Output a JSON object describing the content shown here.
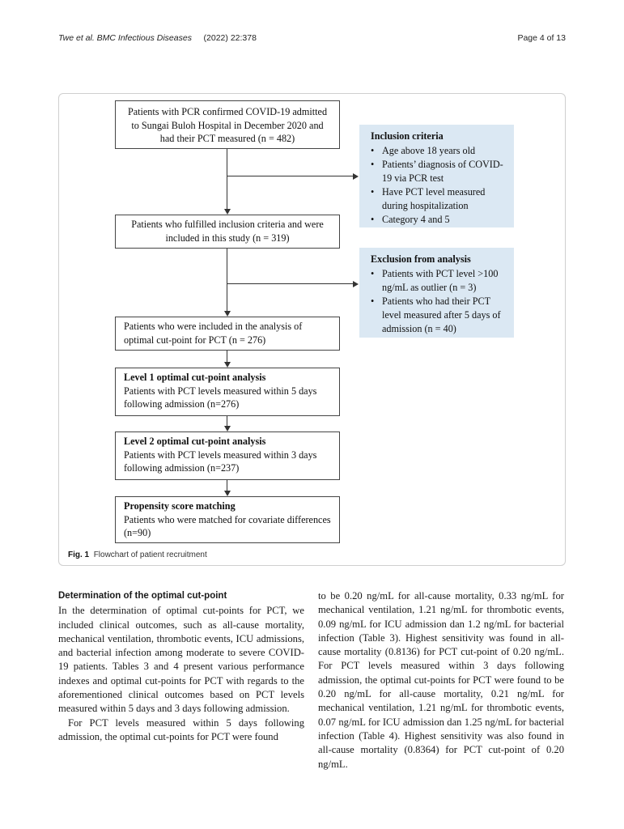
{
  "header": {
    "authors": "Twe et al. BMC Infectious Diseases",
    "year_vol": "(2022) 22:378",
    "page": "Page 4 of 13"
  },
  "flowchart": {
    "box1": "Patients with PCR confirmed COVID-19 admitted to Sungai Buloh Hospital in December 2020 and had their PCT measured (n = 482)",
    "box2": "Patients who fulfilled inclusion criteria and were included in this study (n = 319)",
    "box3": "Patients who were included in the analysis of optimal cut-point for PCT (n = 276)",
    "box4_title": "Level 1 optimal cut-point analysis",
    "box4_text": "Patients with PCT levels measured within 5 days following admission (n=276)",
    "box5_title": "Level 2 optimal cut-point analysis",
    "box5_text": "Patients with PCT levels measured within 3 days following admission (n=237)",
    "box6_title": "Propensity score matching",
    "box6_text": "Patients who were matched for covariate differences (n=90)",
    "inclusion": {
      "title": "Inclusion criteria",
      "items": [
        "Age above 18 years old",
        "Patients’ diagnosis of COVID-19 via PCR test",
        "Have PCT level measured during hospitalization",
        "Category 4 and 5"
      ]
    },
    "exclusion": {
      "title": "Exclusion from analysis",
      "items": [
        "Patients with PCT level >100 ng/mL as outlier (n = 3)",
        "Patients who had their PCT level measured after 5 days of admission (n = 40)"
      ]
    }
  },
  "caption": {
    "label": "Fig. 1",
    "text": "Flowchart of patient recruitment"
  },
  "body": {
    "section_title": "Determination of the optimal cut-point",
    "left_p1": "In the determination of optimal cut-points for PCT, we included clinical outcomes, such as all-cause mortality, mechanical ventilation, thrombotic events, ICU admissions, and bacterial infection among moderate to severe COVID-19 patients. Tables 3 and 4 present various performance indexes and optimal cut-points for PCT with regards to the aforementioned clinical outcomes based on PCT levels measured within 5 days and 3 days following admission.",
    "left_p2": "For PCT levels measured within 5 days following admission, the optimal cut-points for PCT were found",
    "right_p1": "to be 0.20 ng/mL for all-cause mortality, 0.33 ng/mL for mechanical ventilation, 1.21 ng/mL for thrombotic events, 0.09 ng/mL for ICU admission dan 1.2 ng/mL for bacterial infection (Table 3). Highest sensitivity was found in all-cause mortality (0.8136) for PCT cut-point of 0.20 ng/mL. For PCT levels measured within 3 days following admission, the optimal cut-points for PCT were found to be 0.20 ng/mL for all-cause mortality, 0.21 ng/mL for mechanical ventilation, 1.21 ng/mL for thrombotic events, 0.07 ng/mL for ICU admission dan 1.25 ng/mL for bacterial infection (Table 4). Highest sensitivity was also found in all-cause mortality (0.8364) for PCT cut-point of 0.20 ng/mL."
  }
}
